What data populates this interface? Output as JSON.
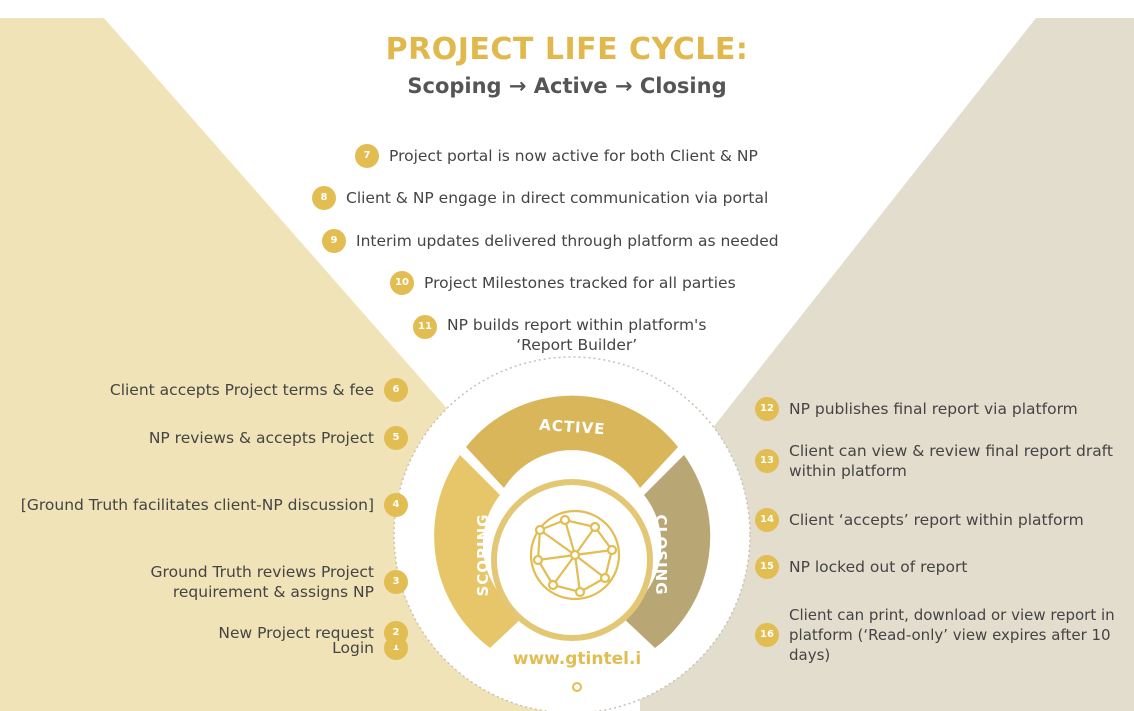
{
  "title": "PROJECT LIFE CYCLE:",
  "subtitle": "Scoping → Active → Closing",
  "colors": {
    "accent": "#e0b84c",
    "left_panel": "#f1e3b8",
    "right_panel": "#e3ddcd",
    "active": "#d9b65a",
    "scoping": "#e6c668",
    "closing": "#b8a774"
  },
  "wheel": {
    "active_label": "ACTIVE",
    "scoping_label": "SCOPING",
    "closing_label": "CLOSING",
    "url": "www.gtintel.i",
    "center_icon": "network-globe-icon"
  },
  "steps": [
    {
      "num": "1",
      "text": "Login"
    },
    {
      "num": "2",
      "text": "New Project request"
    },
    {
      "num": "3",
      "text": "Ground Truth reviews Project\nrequirement & assigns NP"
    },
    {
      "num": "4",
      "text": "[Ground Truth facilitates client-NP discussion]"
    },
    {
      "num": "5",
      "text": "NP reviews & accepts Project"
    },
    {
      "num": "6",
      "text": "Client accepts Project terms & fee"
    },
    {
      "num": "7",
      "text": "Project portal is now active for both Client & NP"
    },
    {
      "num": "8",
      "text": "Client & NP engage in direct communication via portal"
    },
    {
      "num": "9",
      "text": "Interim updates delivered through platform as needed"
    },
    {
      "num": "10",
      "text": "Project Milestones tracked for all parties"
    },
    {
      "num": "11",
      "text": "NP builds report within platform's\n‘Report Builder’"
    },
    {
      "num": "12",
      "text": "NP publishes final report via platform"
    },
    {
      "num": "13",
      "text": "Client can view & review final report draft\nwithin platform"
    },
    {
      "num": "14",
      "text": "Client ‘accepts’ report within platform"
    },
    {
      "num": "15",
      "text": "NP locked out of report"
    },
    {
      "num": "16",
      "text": "Client can print, download or view report in\nplatform (‘Read-only’ view expires after 10 days)"
    }
  ]
}
